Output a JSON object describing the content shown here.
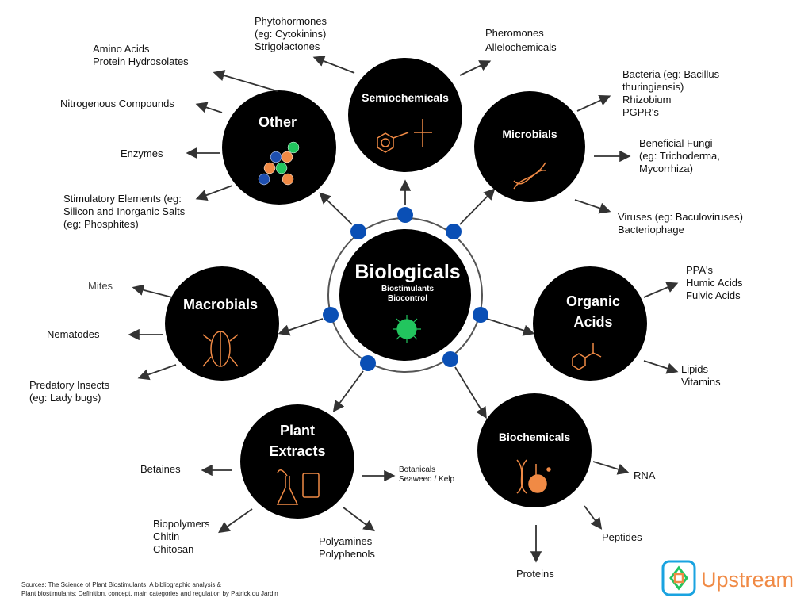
{
  "center": {
    "title": "Biologicals",
    "sub1": "Biostimulants",
    "sub2": "Biocontrol"
  },
  "nodes": {
    "semiochemicals": {
      "title": "Semiochemicals",
      "items": [
        "Phytohormones",
        "(eg: Cytokinins)",
        "Strigolactones",
        "Pheromones",
        "Allelochemicals"
      ]
    },
    "microbials": {
      "title": "Microbials",
      "items": [
        "Bacteria (eg: Bacillus",
        "thuringiensis)",
        "Rhizobium",
        "PGPR's",
        "Beneficial Fungi",
        "(eg: Trichoderma,",
        "Mycorrhiza)",
        "Viruses (eg: Baculoviruses)",
        "Bacteriophage"
      ]
    },
    "other": {
      "title": "Other",
      "items": [
        "Amino Acids",
        "Protein Hydrosolates",
        "Nitrogenous Compounds",
        "Enzymes",
        "Stimulatory Elements (eg:",
        "Silicon and Inorganic Salts",
        "(eg: Phosphites)"
      ]
    },
    "macrobials": {
      "title": "Macrobials",
      "items": [
        "Mites",
        "Nematodes",
        "Predatory Insects",
        "(eg: Lady bugs)"
      ]
    },
    "organic_acids": {
      "title1": "Organic",
      "title2": "Acids",
      "items": [
        "PPA's",
        "Humic Acids",
        "Fulvic Acids",
        "Lipids",
        "Vitamins"
      ]
    },
    "plant_extracts": {
      "title1": "Plant",
      "title2": "Extracts",
      "items": [
        "Betaines",
        "Botanicals",
        "Seaweed / Kelp",
        "Biopolymers",
        "Chitin",
        "Chitosan",
        "Polyamines",
        "Polyphenols"
      ]
    },
    "biochemicals": {
      "title": "Biochemicals",
      "items": [
        "RNA",
        "Peptides",
        "Proteins"
      ]
    }
  },
  "sources": {
    "line1": "Sources: The Science of Plant Biostimulants: A bibliographic analysis &",
    "line2": "Plant biostimulants: Definition, concept, main categories and regulation by Patrick du Jardin"
  },
  "logo": {
    "text": "Upstream"
  },
  "colors": {
    "node": "#000000",
    "dot": "#0a4fb5",
    "accent": "#f08a45",
    "virus": "#22c55e"
  }
}
